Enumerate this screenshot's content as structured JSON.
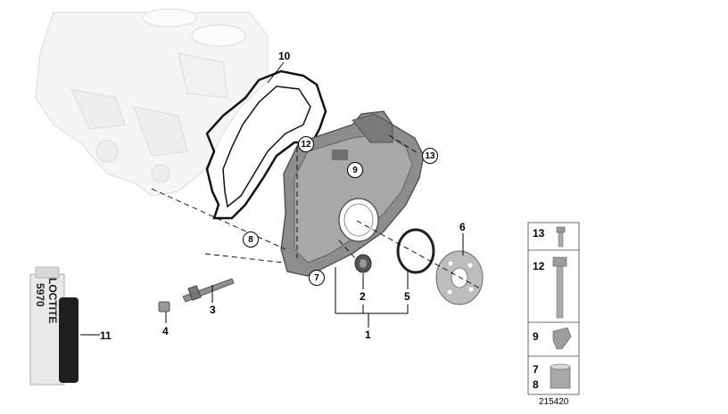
{
  "diagram": {
    "id_number": "215420",
    "part_numbers": [
      "1",
      "2",
      "3",
      "4",
      "5",
      "6",
      "7",
      "8",
      "9",
      "10",
      "11",
      "12",
      "13"
    ],
    "callouts": {
      "p1": "1",
      "p2": "2",
      "p3": "3",
      "p4": "4",
      "p5": "5",
      "p6": "6",
      "p7": "7",
      "p8": "8",
      "p9": "9",
      "p10": "10",
      "p11": "11",
      "p12": "12",
      "p13": "13"
    },
    "legend": {
      "r13": "13",
      "r12": "12",
      "r9": "9",
      "r7": "7",
      "r8": "8"
    },
    "sealant_tube": {
      "brand": "LOCTITE",
      "code": "5970"
    }
  }
}
